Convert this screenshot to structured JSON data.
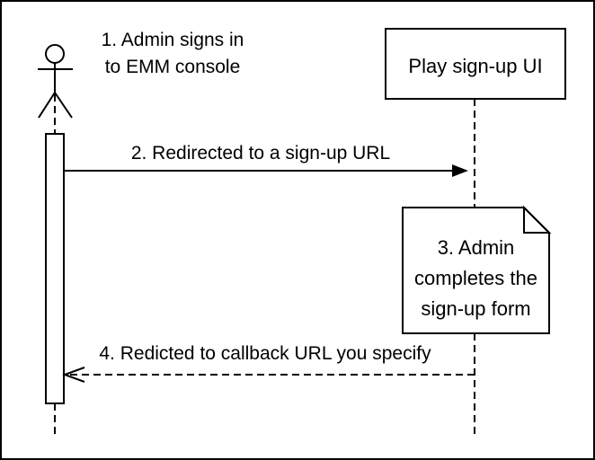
{
  "diagram": {
    "type": "uml-sequence-diagram",
    "colors": {
      "background": "#ffffff",
      "stroke": "#000000",
      "shape_fill": "#ffffff",
      "note_fold_fill": "#f2f2f2"
    },
    "actor": {
      "step_label": "1. Admin signs in\nto EMM console"
    },
    "participant": {
      "label": "Play sign-up UI"
    },
    "messages": [
      {
        "label": "2. Redirected to a sign-up URL",
        "style": "solid-line-filled-arrowhead",
        "direction": "actor-to-participant"
      },
      {
        "label": "4. Redicted to callback URL you specify",
        "style": "dashed-line-open-arrowhead",
        "direction": "participant-to-actor"
      }
    ],
    "note": {
      "label": "3. Admin\ncompletes the\nsign-up form"
    }
  }
}
